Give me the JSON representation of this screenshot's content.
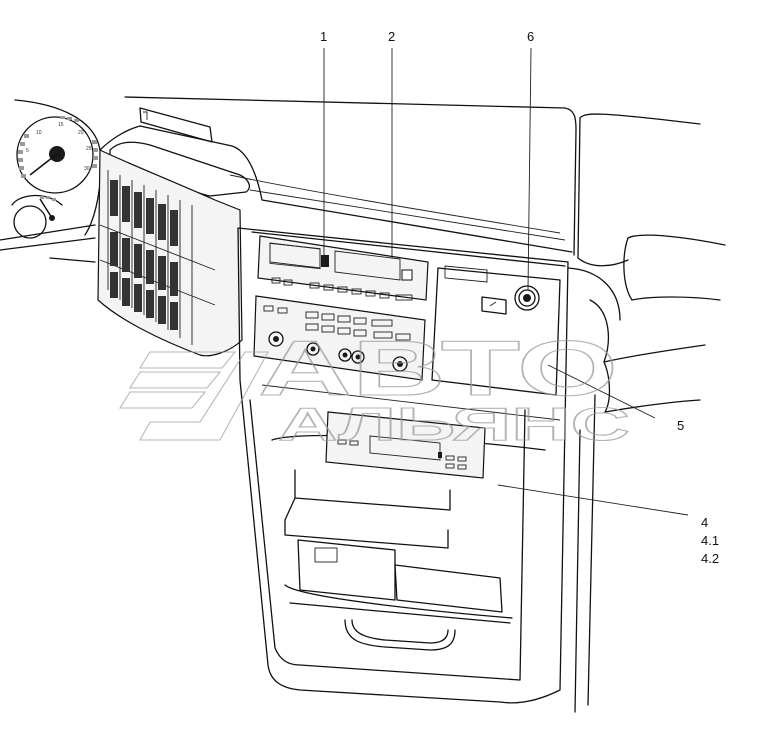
{
  "callouts": [
    {
      "id": "1",
      "label": "1"
    },
    {
      "id": "2",
      "label": "2"
    },
    {
      "id": "6",
      "label": "6"
    },
    {
      "id": "5",
      "label": "5"
    },
    {
      "id": "4",
      "label": "4"
    },
    {
      "id": "4.1",
      "label": "4.1"
    },
    {
      "id": "4.2",
      "label": "4.2"
    }
  ],
  "watermark": {
    "line1": "АВТО",
    "line2": "АЛЬЯНС"
  },
  "gauge": {
    "ticks": [
      "10",
      "15",
      "20",
      "25",
      "30",
      "5"
    ]
  },
  "colors": {
    "line": "#111111",
    "watermark": "#9a9a9a",
    "background": "#ffffff"
  }
}
